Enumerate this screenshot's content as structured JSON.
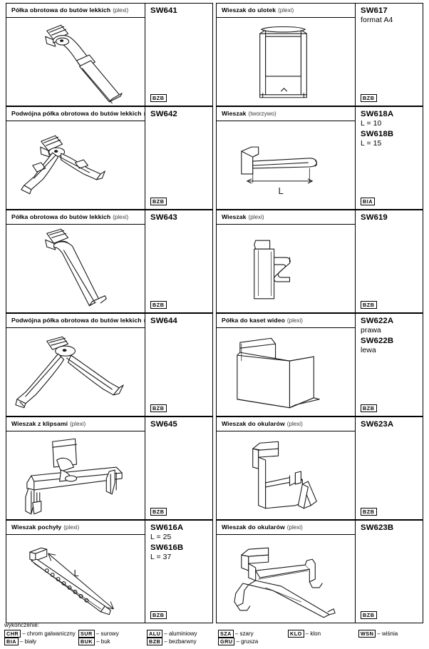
{
  "catalog": {
    "products": [
      {
        "title": "Półka obrotowa do butów lekkich",
        "material": "(plexi)",
        "code": "SW641",
        "sub": [],
        "finish": "BZB",
        "art": "shelf-single-rotating"
      },
      {
        "title": "Wieszak do ulotek",
        "material": "(plexi)",
        "code": "SW617",
        "sub": [
          "format A4"
        ],
        "finish": "BZB",
        "art": "leaflet-holder"
      },
      {
        "title": "Podwójna półka obrotowa do butów lekkich",
        "material": "(plexi)",
        "code": "SW642",
        "sub": [],
        "finish": "BZB",
        "art": "shelf-double-rotating"
      },
      {
        "title": "Wieszak",
        "material": "(tworzywo)",
        "code": "SW618A",
        "sub": [
          "L = 10",
          "SW618B",
          "L = 15"
        ],
        "finish": "BIA",
        "art": "hook-straight"
      },
      {
        "title": "Półka obrotowa do butów lekkich",
        "material": "(plexi)",
        "code": "SW643",
        "sub": [],
        "finish": "BZB",
        "art": "shelf-single-long"
      },
      {
        "title": "Wieszak",
        "material": "(plexi)",
        "code": "SW619",
        "sub": [],
        "finish": "BZB",
        "art": "hook-s-shape"
      },
      {
        "title": "Podwójna półka obrotowa do butów lekkich",
        "material": "(plexi)",
        "code": "SW644",
        "sub": [],
        "finish": "BZB",
        "art": "shelf-double-v"
      },
      {
        "title": "Półka do kaset wideo",
        "material": "(plexi)",
        "code": "SW622A",
        "sub": [
          "prawa",
          "SW622B",
          "lewa"
        ],
        "finish": "BZB",
        "art": "video-shelf"
      },
      {
        "title": "Wieszak z klipsami",
        "material": "(plexi)",
        "code": "SW645",
        "sub": [],
        "finish": "BZB",
        "art": "clip-hanger"
      },
      {
        "title": "Wieszak do okularów",
        "material": "(plexi)",
        "code": "SW623A",
        "sub": [],
        "finish": "BZB",
        "art": "glasses-hanger-a"
      },
      {
        "title": "Wieszak pochyły",
        "material": "(plexi)",
        "code": "SW616A",
        "sub": [
          "L = 25",
          "SW616B",
          "L = 37"
        ],
        "finish": "BZB",
        "art": "sloped-hook"
      },
      {
        "title": "Wieszak do okularów",
        "material": "(plexi)",
        "code": "SW623B",
        "sub": [],
        "finish": "BZB",
        "art": "glasses-hanger-b"
      }
    ]
  },
  "legend": {
    "heading": "wykończenie:",
    "columns": [
      [
        {
          "code": "CHR",
          "text": "– chrom galwaniczny"
        },
        {
          "code": "BIA",
          "text": "– biały"
        }
      ],
      [
        {
          "code": "SUR",
          "text": "– surowy"
        },
        {
          "code": "BUK",
          "text": "– buk"
        }
      ],
      [
        {
          "code": "ALU",
          "text": "– aluminiowy"
        },
        {
          "code": "BZB",
          "text": "– bezbarwny"
        }
      ],
      [
        {
          "code": "SZA",
          "text": "– szary"
        },
        {
          "code": "GRU",
          "text": "– grusza"
        }
      ],
      [
        {
          "code": "KLO",
          "text": "– klon"
        }
      ],
      [
        {
          "code": "WSN",
          "text": "– wiśnia"
        }
      ]
    ]
  }
}
